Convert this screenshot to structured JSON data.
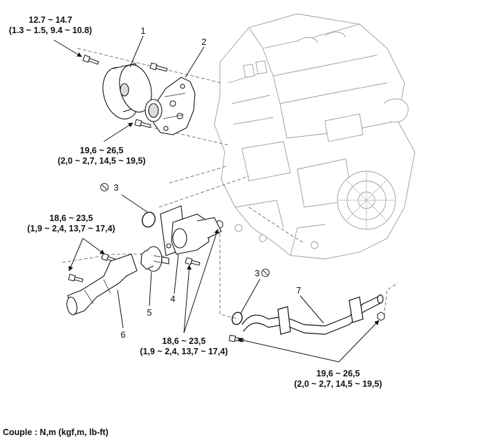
{
  "torques": {
    "t1": {
      "line1": "12.7 ~ 14.7",
      "line2": "(1.3 ~ 1.5, 9.4 ~ 10.8)"
    },
    "t2": {
      "line1": "19,6 ~ 26,5",
      "line2": "(2,0 ~ 2,7, 14,5 ~ 19,5)"
    },
    "t3": {
      "line1": "18,6 ~ 23,5",
      "line2": "(1,9 ~ 2,4, 13,7 ~ 17,4)"
    },
    "t4": {
      "line1": "18,6 ~ 23,5",
      "line2": "(1,9 ~ 2,4, 13,7 ~ 17,4)"
    },
    "t5": {
      "line1": "19,6 ~ 26,5",
      "line2": "(2,0 ~ 2,7, 14,5 ~ 19,5)"
    }
  },
  "callouts": {
    "c1": "1",
    "c2": "2",
    "c3a": "3",
    "c3b": "3",
    "c4": "4",
    "c5": "5",
    "c6": "6",
    "c7": "7"
  },
  "footer": "Couple : N,m (kgf,m, lb-ft)"
}
